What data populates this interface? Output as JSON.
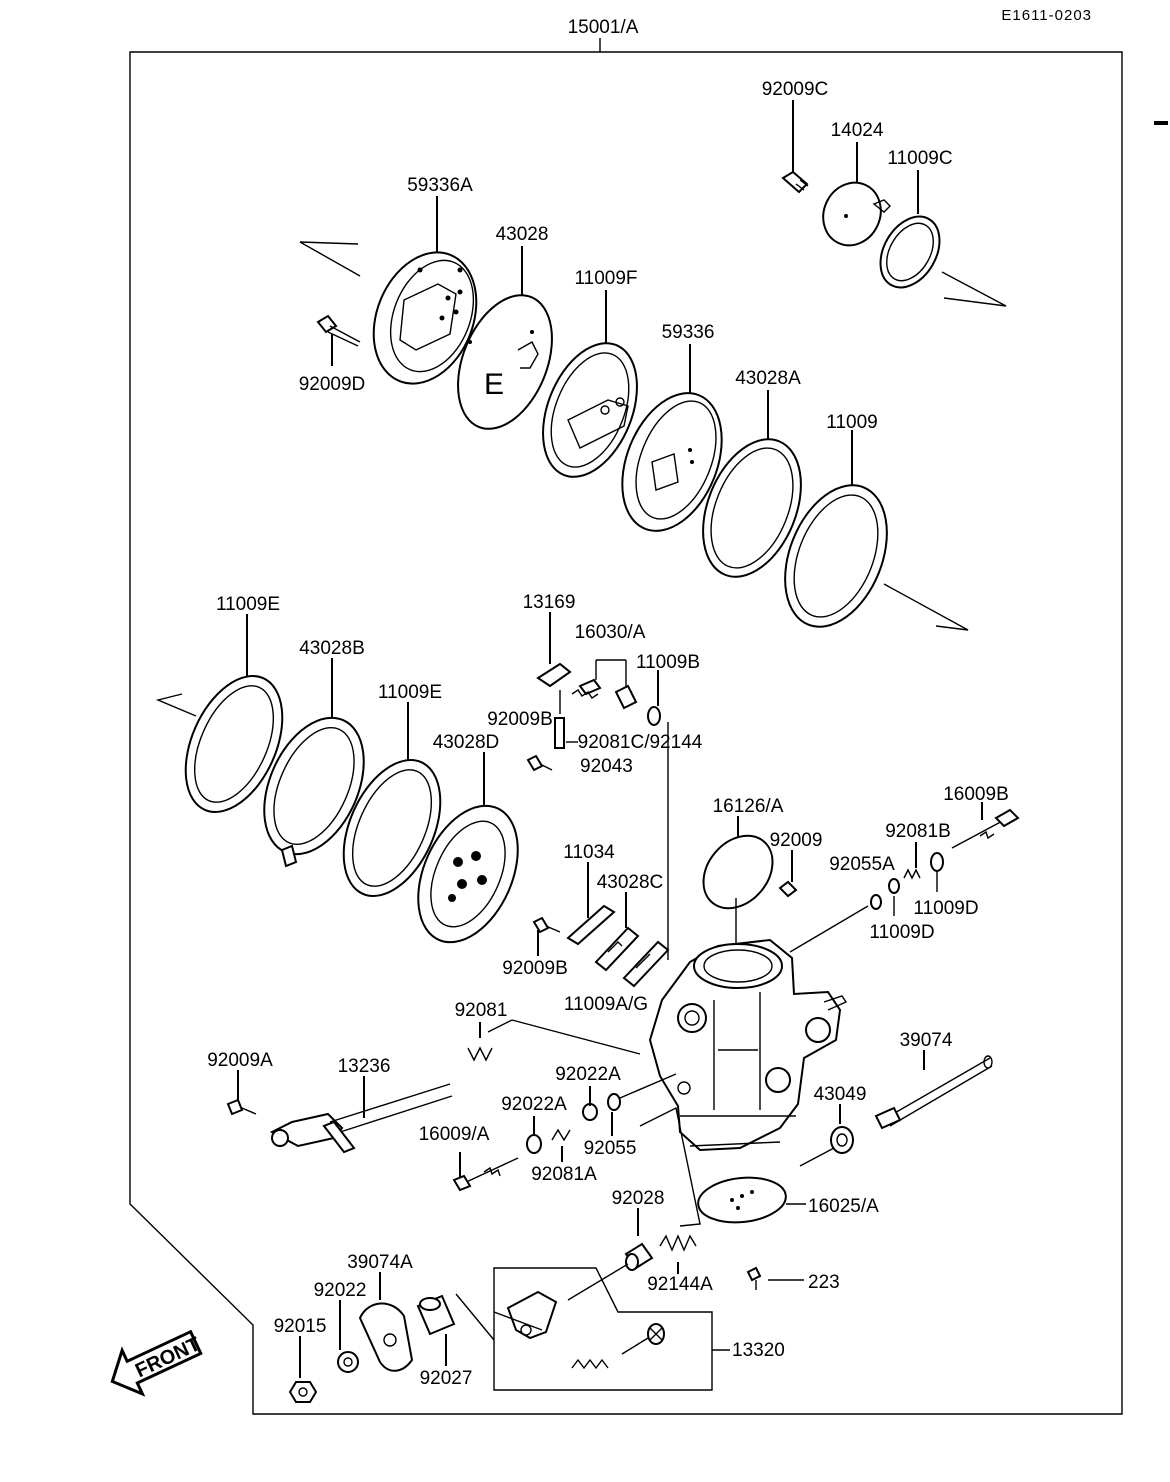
{
  "diagram": {
    "code": "E1611-0203",
    "assembly": "15001/A",
    "front_label": "FRONT",
    "parts": {
      "p92009C": "92009C",
      "p14024": "14024",
      "p11009C": "11009C",
      "p59336A": "59336A",
      "p43028": "43028",
      "p11009F": "11009F",
      "p59336": "59336",
      "p43028A": "43028A",
      "p11009": "11009",
      "p92009D": "92009D",
      "p11009E_a": "11009E",
      "p43028B": "43028B",
      "p11009E_b": "11009E",
      "p43028D": "43028D",
      "p13169": "13169",
      "p16030A": "16030/A",
      "p11009B": "11009B",
      "p92009B_a": "92009B",
      "p92081C": "92081C/92144",
      "p92043": "92043",
      "p16126A": "16126/A",
      "p92009": "92009",
      "p16009B": "16009B",
      "p92081B": "92081B",
      "p92055A": "92055A",
      "p11009D_a": "11009D",
      "p11009D_b": "11009D",
      "p11034": "11034",
      "p43028C": "43028C",
      "p92009B_b": "92009B",
      "p11009AG": "11009A/G",
      "p92081": "92081",
      "p92009A": "92009A",
      "p13236": "13236",
      "p92022A_a": "92022A",
      "p92022A_b": "92022A",
      "p16009A": "16009/A",
      "p92055": "92055",
      "p92081A": "92081A",
      "p39074": "39074",
      "p43049": "43049",
      "p16025A": "16025/A",
      "p92028": "92028",
      "p92144A": "92144A",
      "p223": "223",
      "p39074A": "39074A",
      "p92022": "92022",
      "p92015": "92015",
      "p92027": "92027",
      "p13320": "13320"
    }
  }
}
